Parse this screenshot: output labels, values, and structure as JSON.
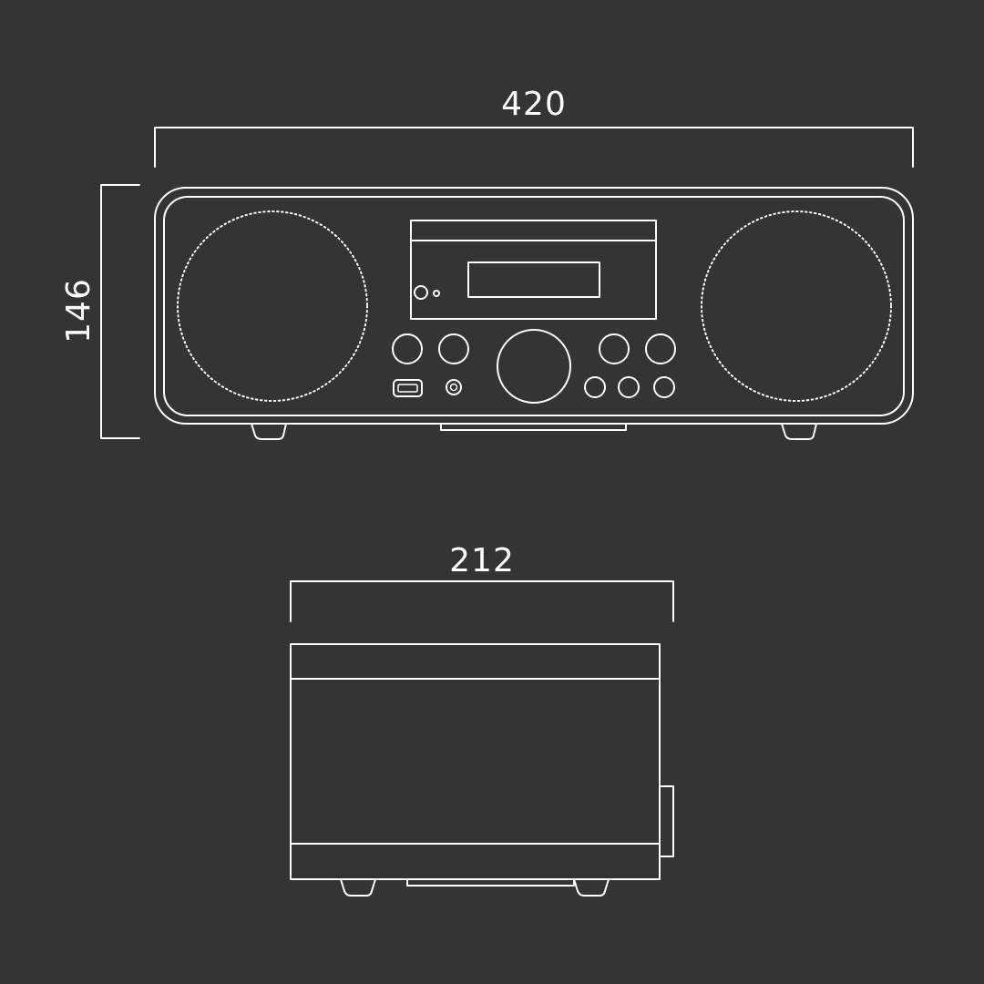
{
  "dimensions": {
    "width": "420",
    "height": "146",
    "depth": "212"
  },
  "colors": {
    "background": "#343436",
    "line": "#ffffff"
  }
}
